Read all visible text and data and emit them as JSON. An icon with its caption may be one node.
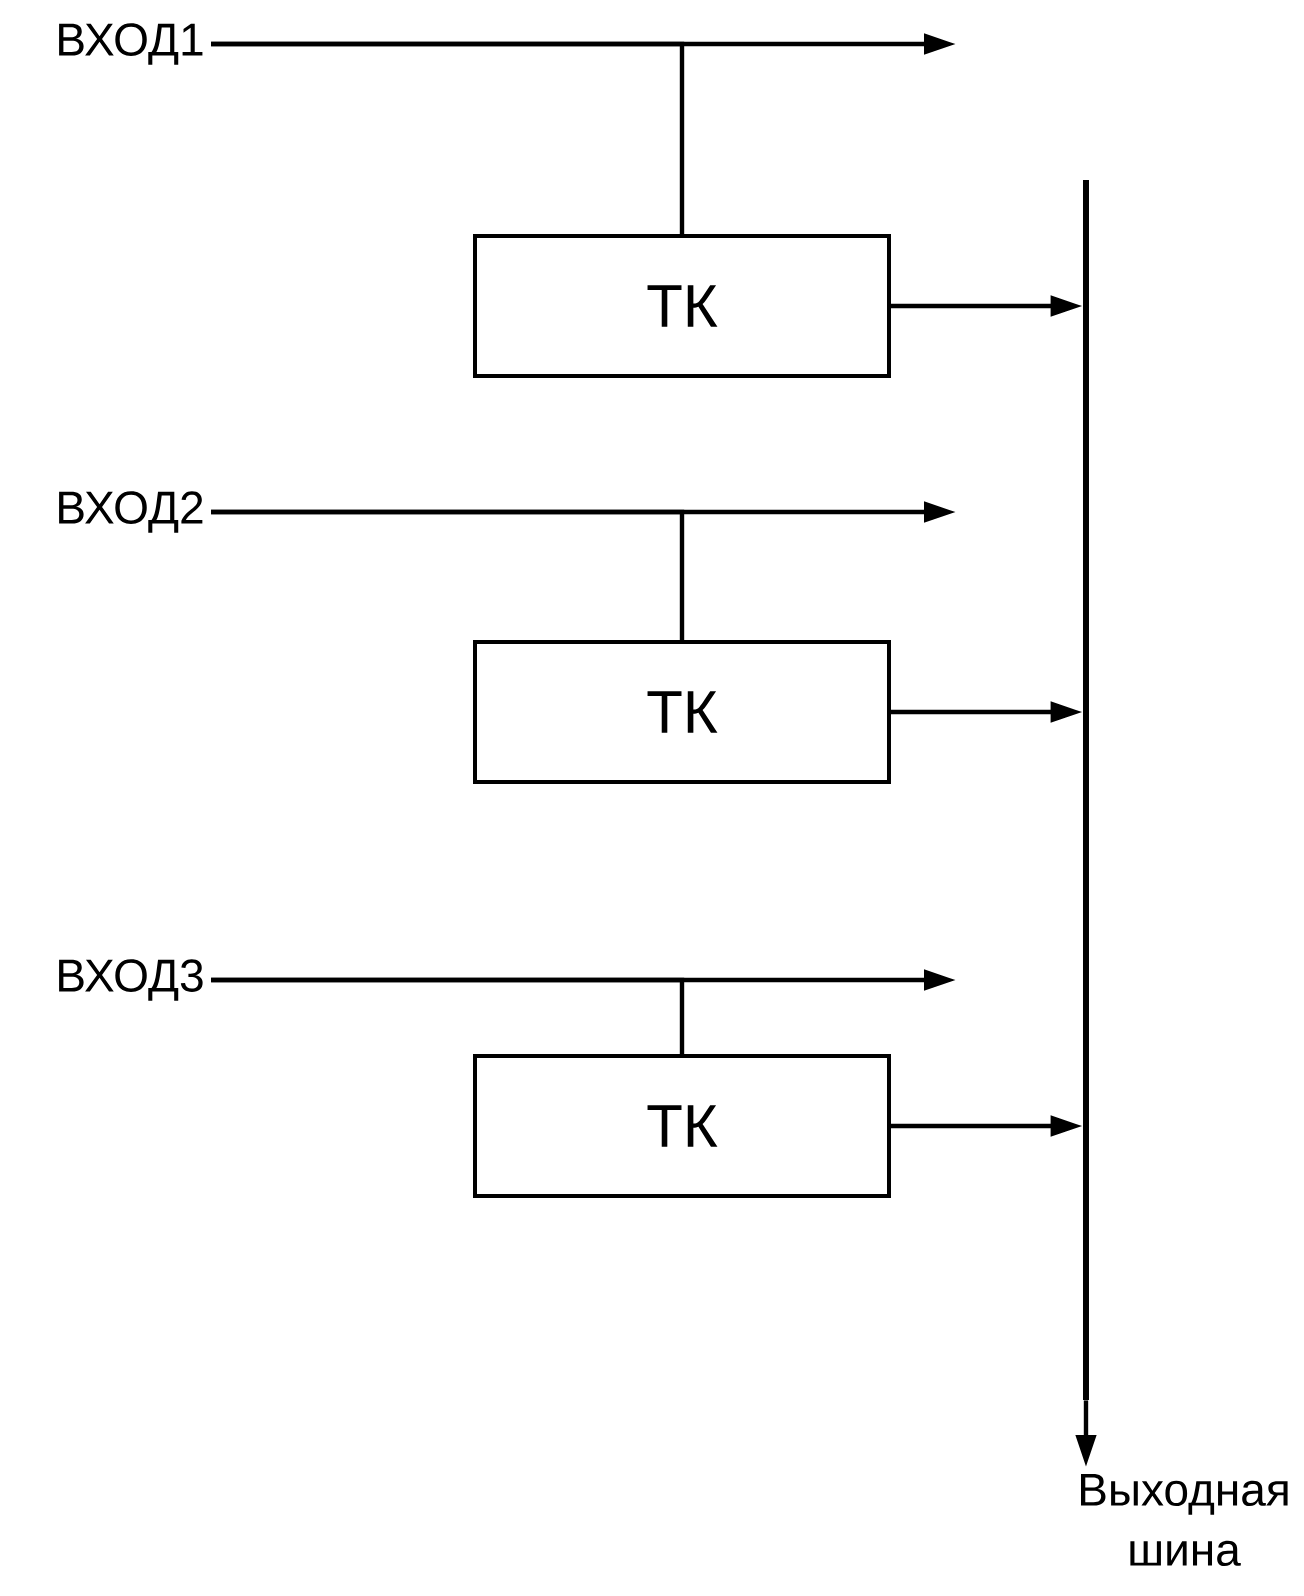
{
  "diagram": {
    "nodes": [
      {
        "text": [
          "ВХОД1"
        ]
      },
      {
        "text": [
          "ТК"
        ]
      },
      {
        "text": [
          "ВХОД2"
        ]
      },
      {
        "text": [
          "ТК"
        ]
      },
      {
        "text": [
          "ВХОД3"
        ]
      },
      {
        "text": [
          "ТК"
        ]
      },
      {
        "text": [],
        "shape": "bar"
      },
      {
        "text": [
          "Выходная шина"
        ]
      }
    ],
    "edges": [
      {
        "from": 0,
        "to": null,
        "arrow": "to"
      },
      {
        "from": 0,
        "to": 1,
        "arrow": "none"
      },
      {
        "from": 1,
        "to": 6,
        "arrow": "to"
      },
      {
        "from": 2,
        "to": null,
        "arrow": "to"
      },
      {
        "from": 2,
        "to": 3,
        "arrow": "none"
      },
      {
        "from": 3,
        "to": 6,
        "arrow": "to"
      },
      {
        "from": 4,
        "to": null,
        "arrow": "to"
      },
      {
        "from": 4,
        "to": 5,
        "arrow": "none"
      },
      {
        "from": 5,
        "to": 6,
        "arrow": "to"
      },
      {
        "from": 6,
        "to": 7,
        "arrow": "to"
      }
    ]
  }
}
